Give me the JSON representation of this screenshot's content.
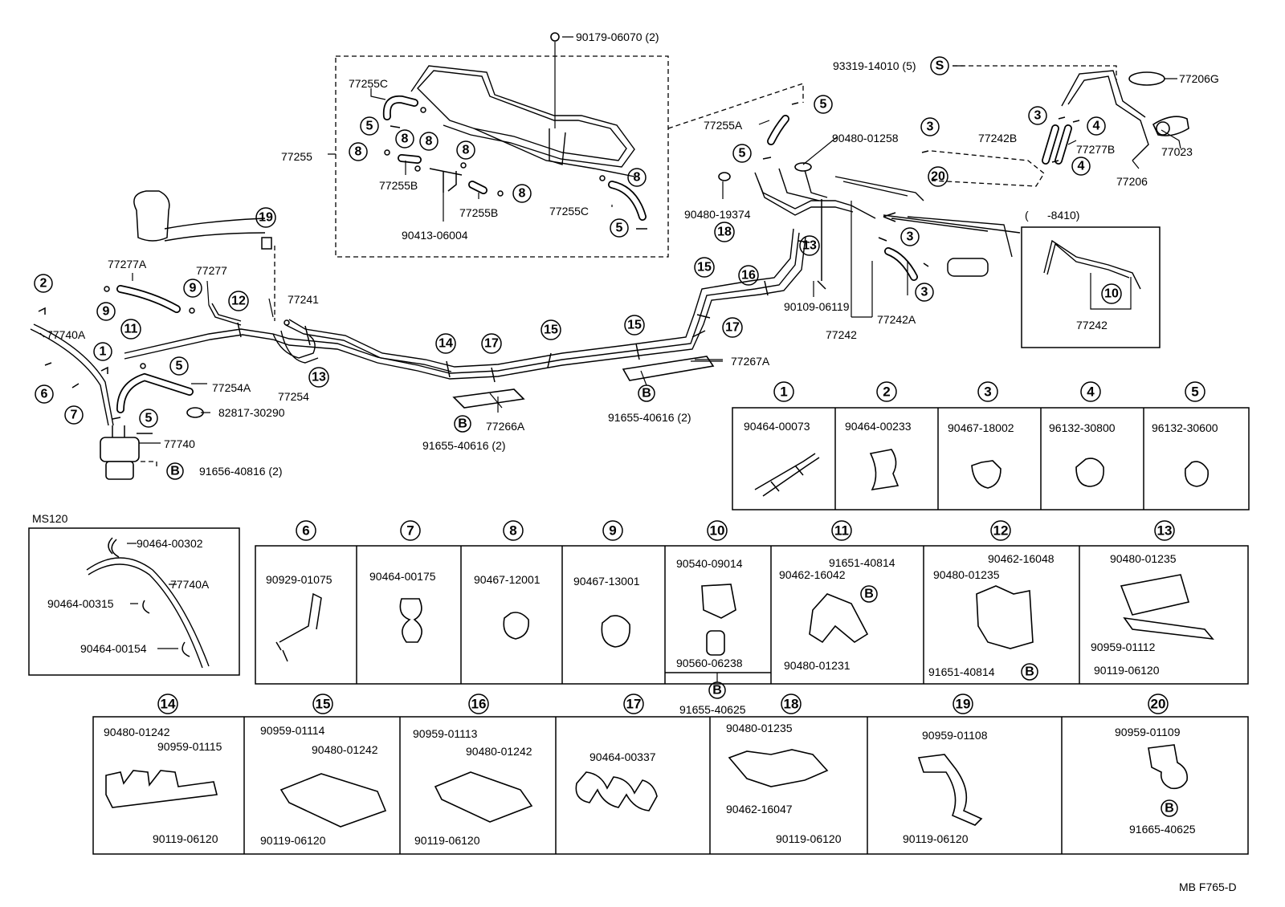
{
  "main_callouts": [
    {
      "text": "90179-06070 (2)"
    },
    {
      "text": "93319-14010 (5)"
    },
    {
      "text": "77206G"
    },
    {
      "text": "77255C"
    },
    {
      "text": "77255"
    },
    {
      "text": "77255B"
    },
    {
      "text": "77255B"
    },
    {
      "text": "90413-06004"
    },
    {
      "text": "77255C"
    },
    {
      "text": "77255A"
    },
    {
      "text": "90480-01258"
    },
    {
      "text": "77242B"
    },
    {
      "text": "77277B"
    },
    {
      "text": "77023"
    },
    {
      "text": "77206"
    },
    {
      "text": "90480-19374"
    },
    {
      "text": "(      -8410)"
    },
    {
      "text": "90109-06119"
    },
    {
      "text": "77242"
    },
    {
      "text": "77242A"
    },
    {
      "text": "77242"
    },
    {
      "text": "77277A"
    },
    {
      "text": "77277"
    },
    {
      "text": "77241"
    },
    {
      "text": "77740A"
    },
    {
      "text": "77254A"
    },
    {
      "text": "77254"
    },
    {
      "text": "82817-30290"
    },
    {
      "text": "77740"
    },
    {
      "text": "91656-40816 (2)"
    },
    {
      "text": "77266A"
    },
    {
      "text": "91655-40616 (2)"
    },
    {
      "text": "77267A"
    },
    {
      "text": "91655-40616 (2)"
    }
  ],
  "circled_labels": [
    "1",
    "2",
    "3",
    "4",
    "5",
    "6",
    "7",
    "8",
    "9",
    "10",
    "11",
    "12",
    "13",
    "14",
    "15",
    "16",
    "17",
    "18",
    "19",
    "20"
  ],
  "special_marks": [
    "S",
    "B"
  ],
  "variant_box": {
    "title": "MS120",
    "labels": [
      "90464-00302",
      "77740A",
      "90464-00315",
      "90464-00154"
    ]
  },
  "parts_table_row1": [
    {
      "ref": "1",
      "parts": [
        "90464-00073"
      ]
    },
    {
      "ref": "2",
      "parts": [
        "90464-00233"
      ]
    },
    {
      "ref": "3",
      "parts": [
        "90467-18002"
      ]
    },
    {
      "ref": "4",
      "parts": [
        "96132-30800"
      ]
    },
    {
      "ref": "5",
      "parts": [
        "96132-30600"
      ]
    }
  ],
  "parts_table_row2": [
    {
      "ref": "6",
      "parts": [
        "90929-01075"
      ]
    },
    {
      "ref": "7",
      "parts": [
        "90464-00175"
      ]
    },
    {
      "ref": "8",
      "parts": [
        "90467-12001"
      ]
    },
    {
      "ref": "9",
      "parts": [
        "90467-13001"
      ]
    },
    {
      "ref": "10",
      "parts": [
        "90540-09014",
        "90560-06238"
      ]
    },
    {
      "ref": "11",
      "parts": [
        "91651-40814",
        "90462-16042",
        "90480-01231"
      ]
    },
    {
      "ref": "12",
      "parts": [
        "90462-16048",
        "90480-01235",
        "91651-40814"
      ]
    },
    {
      "ref": "13",
      "parts": [
        "90480-01235",
        "90959-01112",
        "90119-06120"
      ]
    }
  ],
  "ref10_bolt": "91655-40625",
  "parts_table_row3": [
    {
      "ref": "14",
      "parts": [
        "90480-01242",
        "90959-01115",
        "90119-06120"
      ]
    },
    {
      "ref": "15",
      "parts": [
        "90959-01114",
        "90480-01242",
        "90119-06120"
      ]
    },
    {
      "ref": "16",
      "parts": [
        "90959-01113",
        "90480-01242",
        "90119-06120"
      ]
    },
    {
      "ref": "17",
      "parts": [
        "90464-00337"
      ]
    },
    {
      "ref": "18",
      "parts": [
        "90480-01235",
        "90462-16047",
        "90119-06120"
      ]
    },
    {
      "ref": "19",
      "parts": [
        "90959-01108",
        "90119-06120"
      ]
    },
    {
      "ref": "20",
      "parts": [
        "90959-01109",
        "91665-40625"
      ]
    }
  ],
  "footer_code": "MB  F765-D"
}
